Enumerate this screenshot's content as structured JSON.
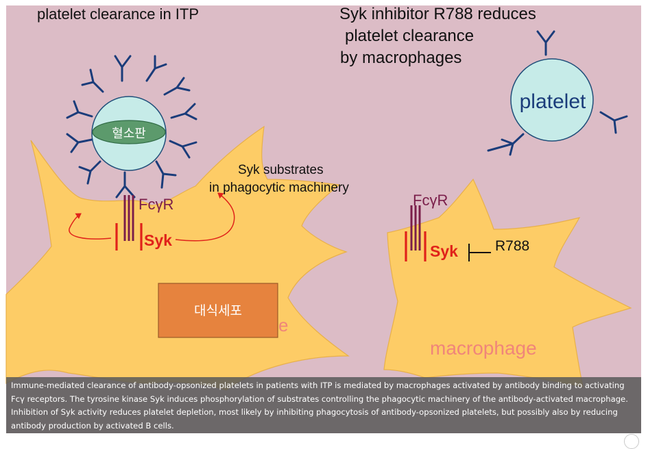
{
  "left_panel": {
    "heading": "platelet clearance in ITP",
    "platelet_label": "혈소판",
    "receptor_label": "FcγR",
    "syk_label": "Syk",
    "substrates_line1": "Syk substrates",
    "substrates_line2": "in phagocytic machinery",
    "macrophage_overlay_label": "대식세포",
    "macrophage_partial_text": "e"
  },
  "right_panel": {
    "heading_line1": "Syk inhibitor R788 reduces",
    "heading_line2": "platelet clearance",
    "heading_line3": "by macrophages",
    "platelet_label": "platelet",
    "receptor_label": "FcγR",
    "syk_label": "Syk",
    "inhibitor_label": "R788",
    "macrophage_label": "macrophage"
  },
  "caption": {
    "text": "Immune-mediated clearance of antibody-opsonized platelets in patients with ITP is mediated by macrophages activated by antibody binding to activating Fcγ receptors. The tyrosine kinase Syk induces phosphorylation of substrates controlling the phagocytic machinery of the antibody-activated macrophage. Inhibition of Syk activity reduces platelet depletion, most likely by inhibiting phagocytosis of antibody-opsonized platelets, but possibly also by reducing antibody production by activated B cells."
  },
  "colors": {
    "background": "#dcbcc6",
    "macrophage": "#fdcc66",
    "platelet": "#c6ebe8",
    "antibody": "#1a3c7a",
    "receptor": "#7a1e4a",
    "syk": "#e0221a",
    "macrophage_text": "#f0857a",
    "overlay_box": "#e6833e"
  }
}
